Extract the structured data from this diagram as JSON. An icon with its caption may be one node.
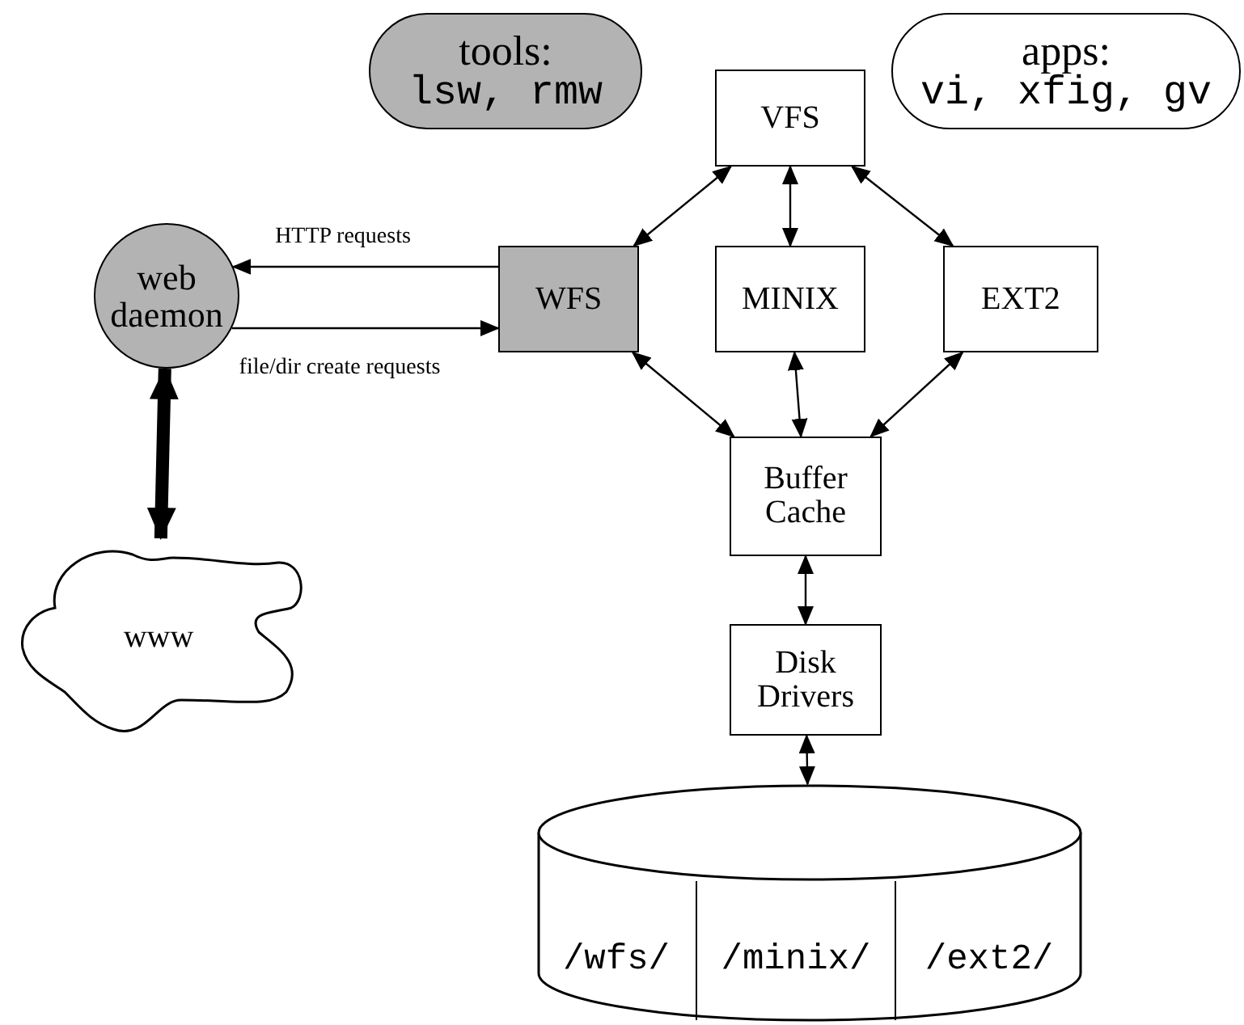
{
  "diagram": {
    "nodes": [
      {
        "text": [
          "tools:",
          "lsw, rmw"
        ]
      },
      {
        "text": [
          "apps:",
          "vi, xfig, gv"
        ]
      },
      {
        "text": [
          "VFS"
        ]
      },
      {
        "text": [
          "web daemon"
        ]
      },
      {
        "text": [
          "WFS"
        ]
      },
      {
        "text": [
          "MINIX"
        ]
      },
      {
        "text": [
          "EXT2"
        ]
      },
      {
        "text": [
          "Buffer Cache"
        ]
      },
      {
        "text": [
          "Disk Drivers"
        ]
      },
      {
        "text": [
          "www"
        ]
      },
      {
        "text": [],
        "shape": "cylinder"
      },
      {
        "text": [
          "/wfs/"
        ],
        "in": 10
      },
      {
        "text": [
          "/minix/"
        ],
        "in": 10
      },
      {
        "text": [
          "/ext2/"
        ],
        "in": 10
      }
    ],
    "edges": [
      {
        "from": 2,
        "to": 4,
        "arrow": "both"
      },
      {
        "from": 2,
        "to": 5,
        "arrow": "both"
      },
      {
        "from": 2,
        "to": 6,
        "arrow": "both"
      },
      {
        "from": 4,
        "to": 3,
        "arrow": "to",
        "label": "HTTP requests"
      },
      {
        "from": 3,
        "to": 4,
        "arrow": "to",
        "label": "file/dir create requests"
      },
      {
        "from": 4,
        "to": 7,
        "arrow": "both"
      },
      {
        "from": 5,
        "to": 7,
        "arrow": "both"
      },
      {
        "from": 6,
        "to": 7,
        "arrow": "both"
      },
      {
        "from": 3,
        "to": 9,
        "arrow": "both",
        "style": "thick"
      },
      {
        "from": 7,
        "to": 8,
        "arrow": "both"
      },
      {
        "from": 8,
        "to": 10,
        "arrow": "both"
      }
    ]
  }
}
